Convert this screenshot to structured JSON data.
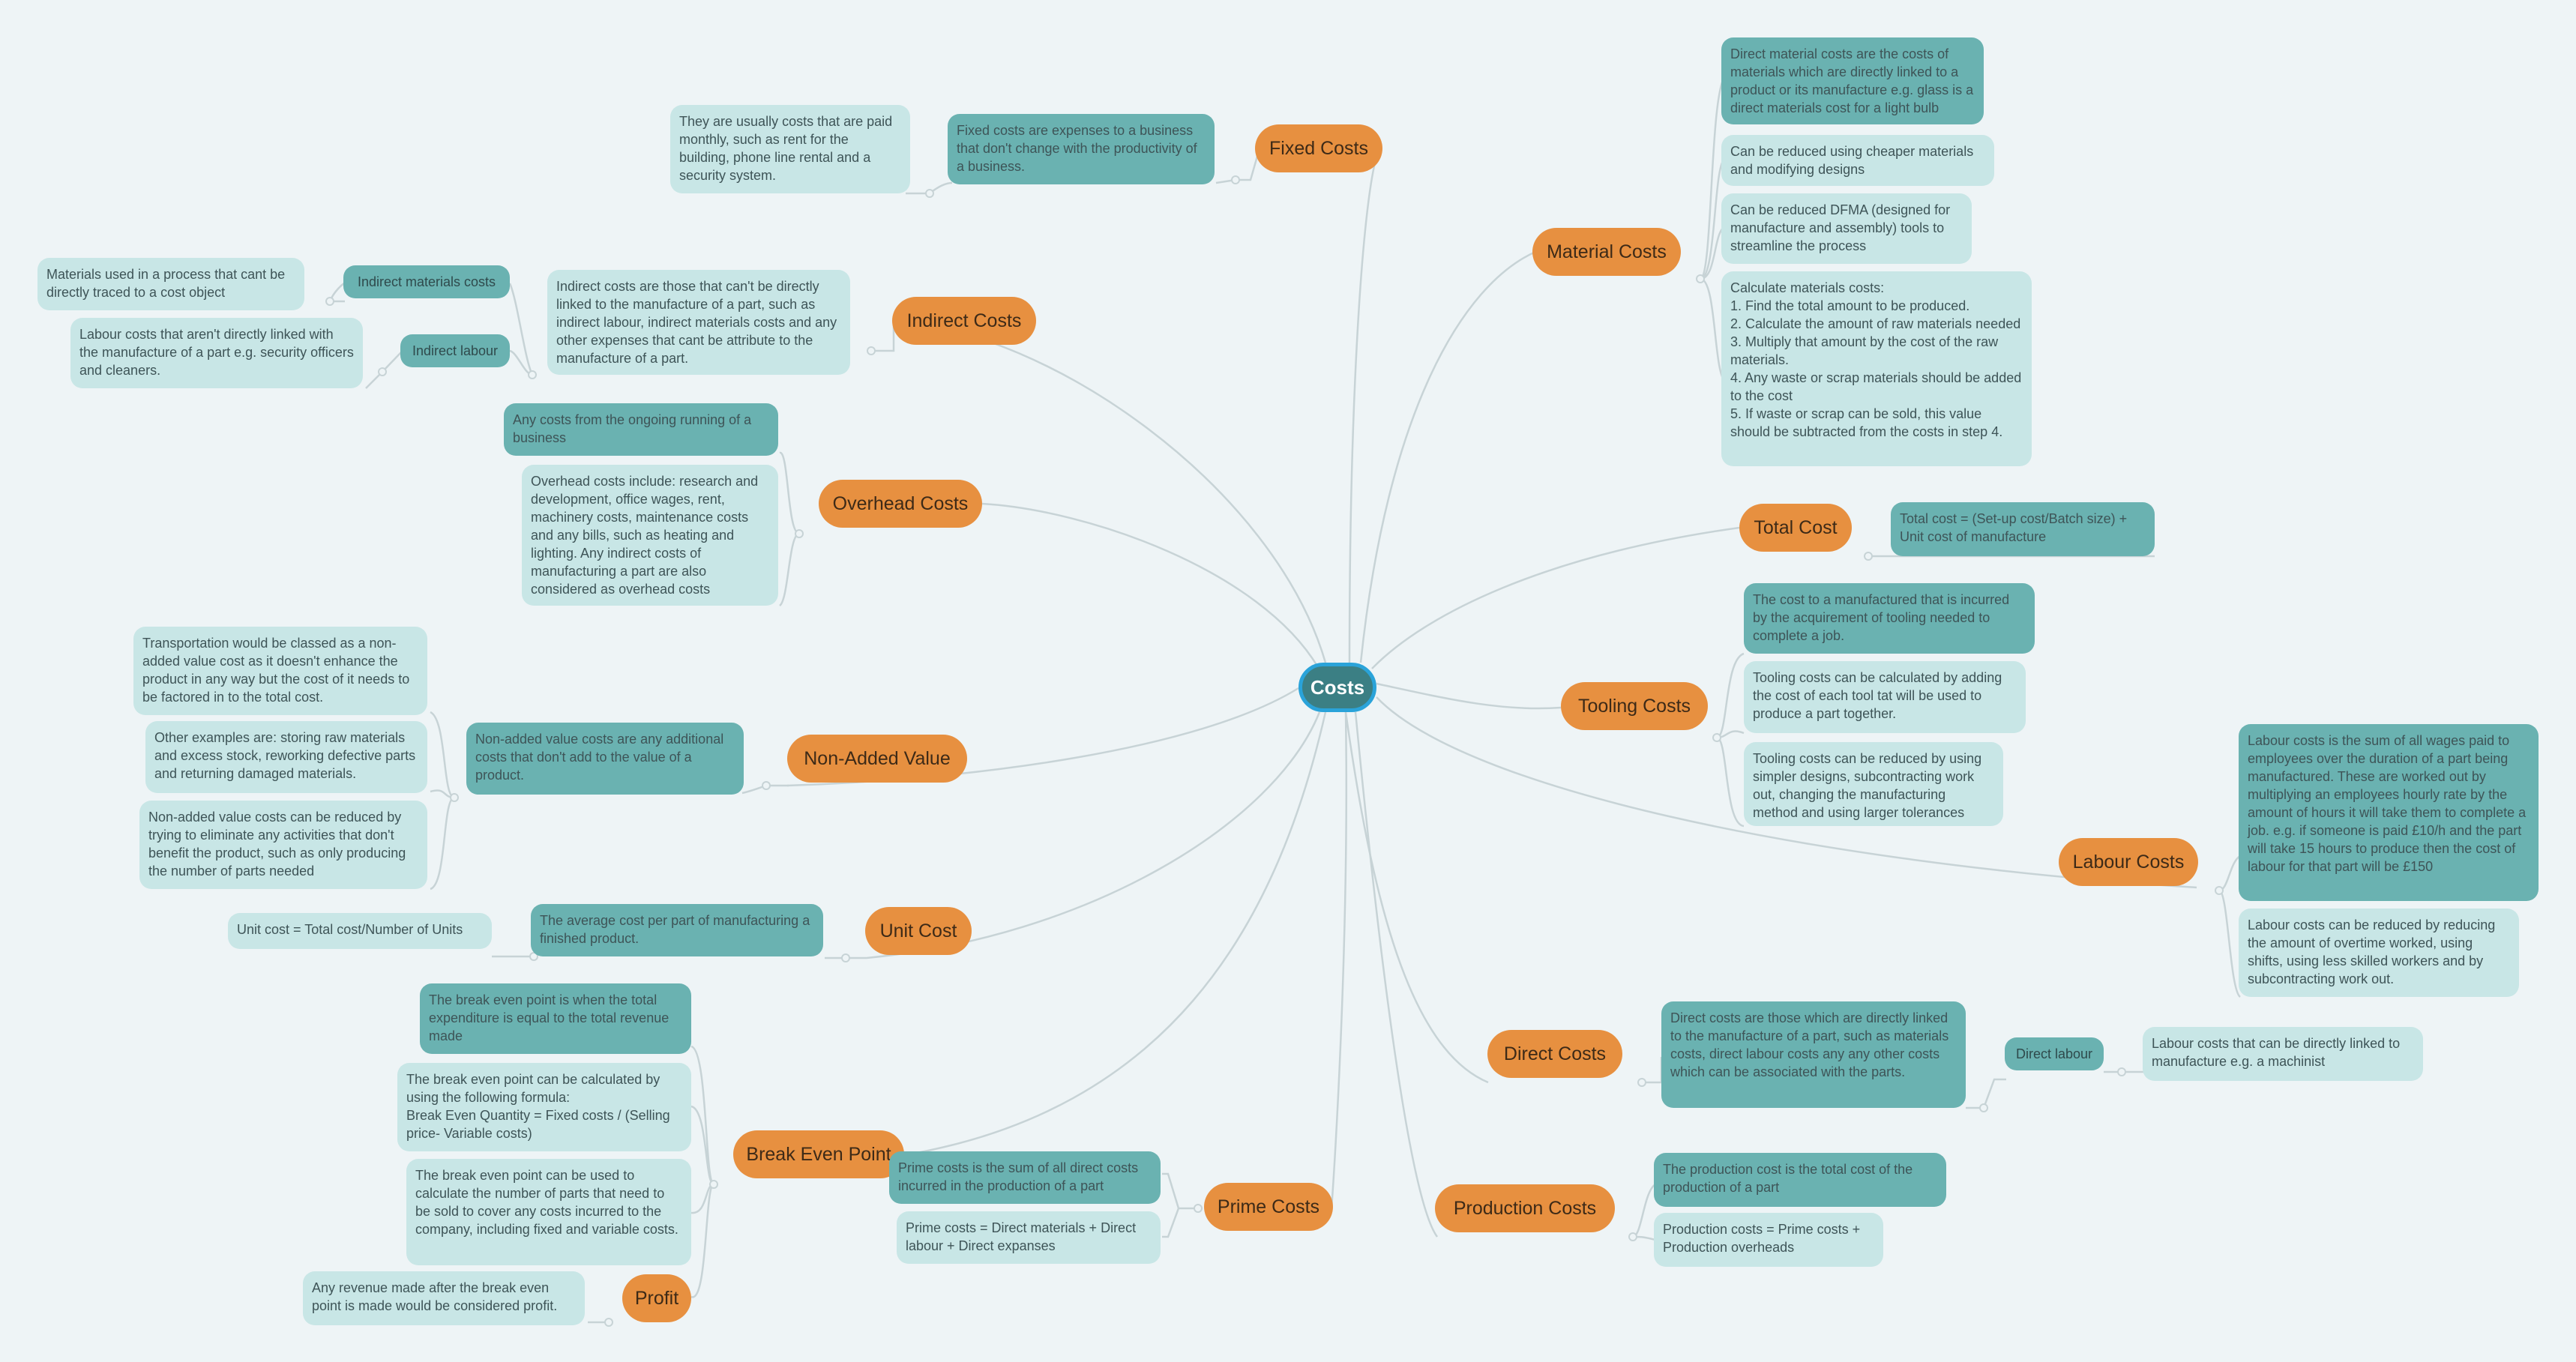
{
  "center": {
    "label": "Costs"
  },
  "topics": {
    "fixed": "Fixed Costs",
    "material": "Material Costs",
    "indirect": "Indirect Costs",
    "overhead": "Overhead Costs",
    "total": "Total Cost",
    "tooling": "Tooling Costs",
    "non_added": "Non-Added Value",
    "labour": "Labour Costs",
    "unit": "Unit Cost",
    "direct": "Direct Costs",
    "break_even": "Break Even Point",
    "prime": "Prime Costs",
    "production": "Production Costs",
    "profit": "Profit"
  },
  "subtopics": {
    "indirect_materials": "Indirect materials costs",
    "indirect_labour": "Indirect labour",
    "direct_labour": "Direct labour"
  },
  "notes": {
    "fixed_1": "Fixed costs are expenses to a business that don't change with the productivity of a business.",
    "fixed_2": "They are usually costs that are paid monthly, such as rent for the building,  phone line rental and a security system.",
    "material_1": "Direct material costs are the costs of materials which are directly linked to a product or its manufacture e.g. glass is a direct materials cost for a light bulb",
    "material_2": "Can be reduced using cheaper materials and modifying designs",
    "material_3": "Can be reduced DFMA (designed for manufacture and assembly) tools to streamline the process",
    "material_4": [
      "Calculate materials costs:",
      "1. Find the total amount to be produced.",
      "2. Calculate the amount of raw materials needed",
      "3. Multiply that amount by the cost of the raw materials.",
      "4. Any waste or scrap materials should be added to the cost",
      "5. If  waste or scrap can be sold, this value should be subtracted from the costs in step 4."
    ],
    "indirect_1": "Indirect costs are those that can't be directly linked to the manufacture of a part, such as indirect labour, indirect materials costs and any other expenses that cant be attribute to the manufacture of a part.",
    "indirect_materials_1": "Materials used in a process that cant be directly traced to a cost object",
    "indirect_labour_1": "Labour costs that aren't directly linked with the manufacture of a part e.g. security officers and cleaners.",
    "overhead_1": "Any costs from the ongoing running of a business",
    "overhead_2": "Overhead costs include: research and development, office wages, rent, machinery costs, maintenance costs and any bills, such as heating and lighting. Any indirect costs of manufacturing a part are also considered as overhead costs",
    "total_1": "Total cost = (Set-up cost/Batch size) + Unit cost of manufacture",
    "tooling_1": "The cost to a manufactured that is incurred by the acquirement of tooling needed to complete a job.",
    "tooling_2": "Tooling costs can be calculated by adding the cost of each tool tat will be used to produce a part together.",
    "tooling_3": "Tooling costs can be reduced by using simpler designs, subcontracting work out, changing the manufacturing method and using larger tolerances",
    "non_added_1": "Non-added value costs are any additional costs that don't add to the value of a product.",
    "non_added_2": "Transportation would be classed as a non-added value cost as it doesn't enhance the product in any way but the cost of it needs to be factored in to the total cost.",
    "non_added_3": "Other examples are: storing raw materials and excess stock, reworking defective parts and returning damaged materials.",
    "non_added_4": "Non-added value costs can be reduced by trying to eliminate any activities that don't benefit the product, such as only producing the number of parts needed",
    "labour_1": "Labour costs is the sum of all wages paid to employees over the duration of a part being manufactured. These are worked out by multiplying an employees hourly rate by the amount of hours it will take them to complete a job. e.g. if someone is paid £10/h and the part will take 15 hours to produce then the cost of labour for that part will be £150",
    "labour_2": "Labour costs can be reduced by reducing the amount of overtime worked, using shifts, using less skilled workers and by subcontracting work out.",
    "unit_1": "The average cost per part of manufacturing a finished product.",
    "unit_2": "Unit cost = Total cost/Number of Units",
    "direct_1": "Direct costs are those which are directly linked to the manufacture of a part, such as materials costs, direct labour costs any any other costs which can be associated with the parts.",
    "direct_labour_1": "Labour costs that can be directly linked to manufacture e.g. a machinist",
    "break_even_1": "The break even point is when the total expenditure is equal to the total revenue made",
    "break_even_2": [
      "The break even point can be calculated by using the following formula:",
      "Break Even Quantity = Fixed costs / (Selling price- Variable costs)"
    ],
    "break_even_3": "The break even point can be used to calculate the number of parts that need to be sold to cover any costs incurred to the company, including fixed and variable costs.",
    "profit_1": "Any revenue made after the break even point is made would be considered profit.",
    "prime_1": "Prime costs is the sum of all direct costs incurred in the production of a part",
    "prime_2": "Prime costs = Direct materials + Direct labour + Direct expanses",
    "production_1": "The production cost is the total cost of the production of a part",
    "production_2": "Production costs = Prime costs + Production overheads"
  },
  "colors": {
    "background": "#eef4f6",
    "center_fill": "#3b7f84",
    "center_border": "#2aa3d9",
    "topic_fill": "#e79040",
    "note_dark": "#6ab2b1",
    "note_light": "#c8e6e6",
    "link": "#c7d3d6"
  }
}
